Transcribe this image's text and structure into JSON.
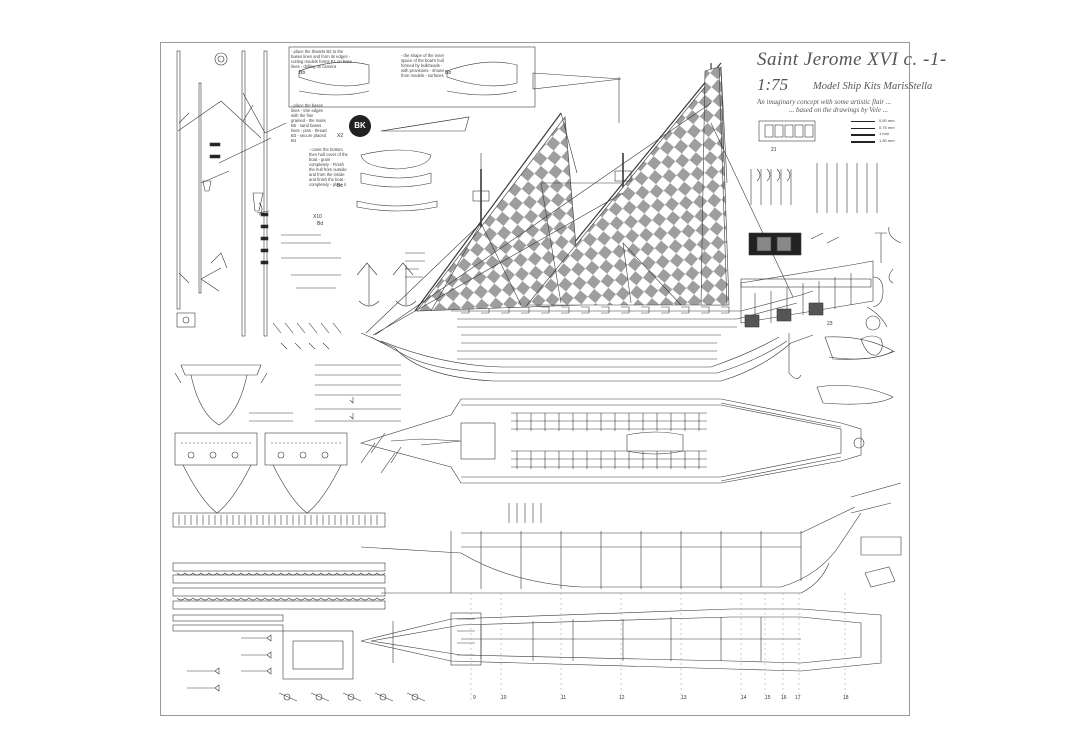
{
  "sheet": {
    "title": "Saint Jerome XVI c. -1-",
    "scale": "1:75",
    "subtitle": "Model Ship Kits MarisStella",
    "caption_line1": "An imaginary concept with some artistic flair ...",
    "caption_line2": "... based on the drawings by Vele ...",
    "badge": "BK"
  },
  "legend": {
    "lines": [
      "0,50 mm",
      "0,75 mm",
      "1 mm",
      "1,50 mm"
    ]
  },
  "labels": {
    "bb": "Bb",
    "bd": "Bd",
    "bc": "Bc",
    "x2": "X2",
    "x10": "X10",
    "twenty_one": "21",
    "twenty_three": "23"
  },
  "notes": {
    "note1": "- place the thwarts B2 to the bases lines and form its edges - cutting models forms B1 on base lines - drilling ox camera",
    "note2": "- place the bases lines - trim edges with the fine grained - the mass B5 - sand bases lines - pins - thread B3 - secure placed B4",
    "note3": "- the shape of the inner space of the boat's hull formed by bulkheads - with provisions - shown from models - surfaces",
    "note4": "- cover the bottom then hull cover of the boat - grain completely - Finish the hull from outside and from the inside and finish the boat - completely - place it"
  },
  "stations": [
    "9",
    "10",
    "11",
    "12",
    "13",
    "14",
    "15",
    "16",
    "17",
    "18"
  ],
  "colors": {
    "line": "#3a3a3a",
    "sail_check": "#9e9e9e",
    "frame": "#9a9a9a"
  }
}
